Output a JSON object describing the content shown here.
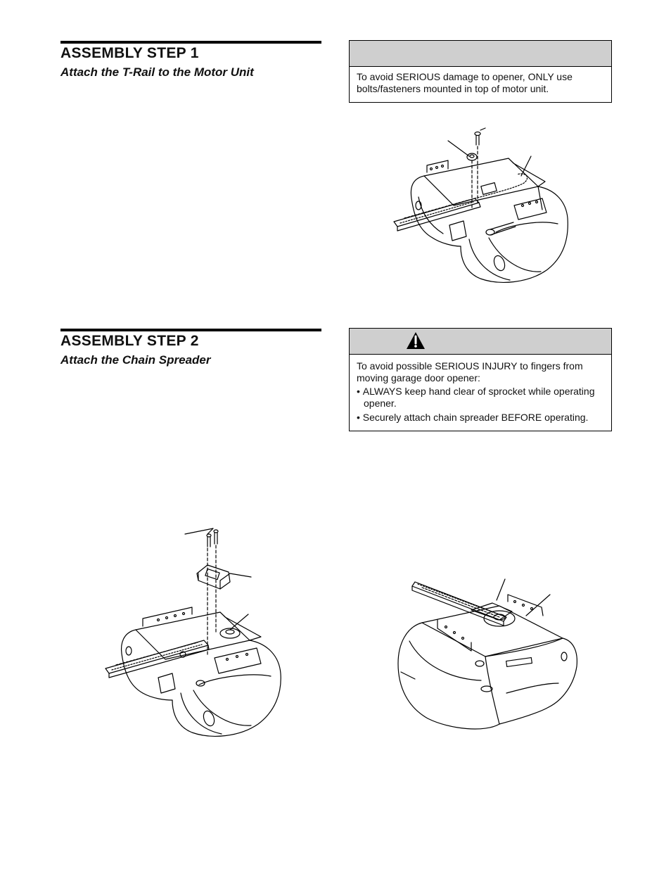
{
  "step1": {
    "title": "ASSEMBLY STEP 1",
    "subtitle": "Attach the T-Rail to the Motor Unit",
    "notice_text": "To avoid SERIOUS damage to opener, ONLY use bolts/fasteners mounted in top of motor unit."
  },
  "step2": {
    "title": "ASSEMBLY STEP 2",
    "subtitle": "Attach the Chain Spreader",
    "warning_intro": "To avoid possible SERIOUS INJURY to fingers from moving garage door opener:",
    "warning_items": [
      "ALWAYS keep hand clear of sprocket while operating opener.",
      "Securely attach chain spreader BEFORE operating."
    ]
  },
  "icons": {
    "warning": "warning-triangle-icon"
  },
  "colors": {
    "box_header": "#cfcfcf",
    "rule": "#000000"
  }
}
